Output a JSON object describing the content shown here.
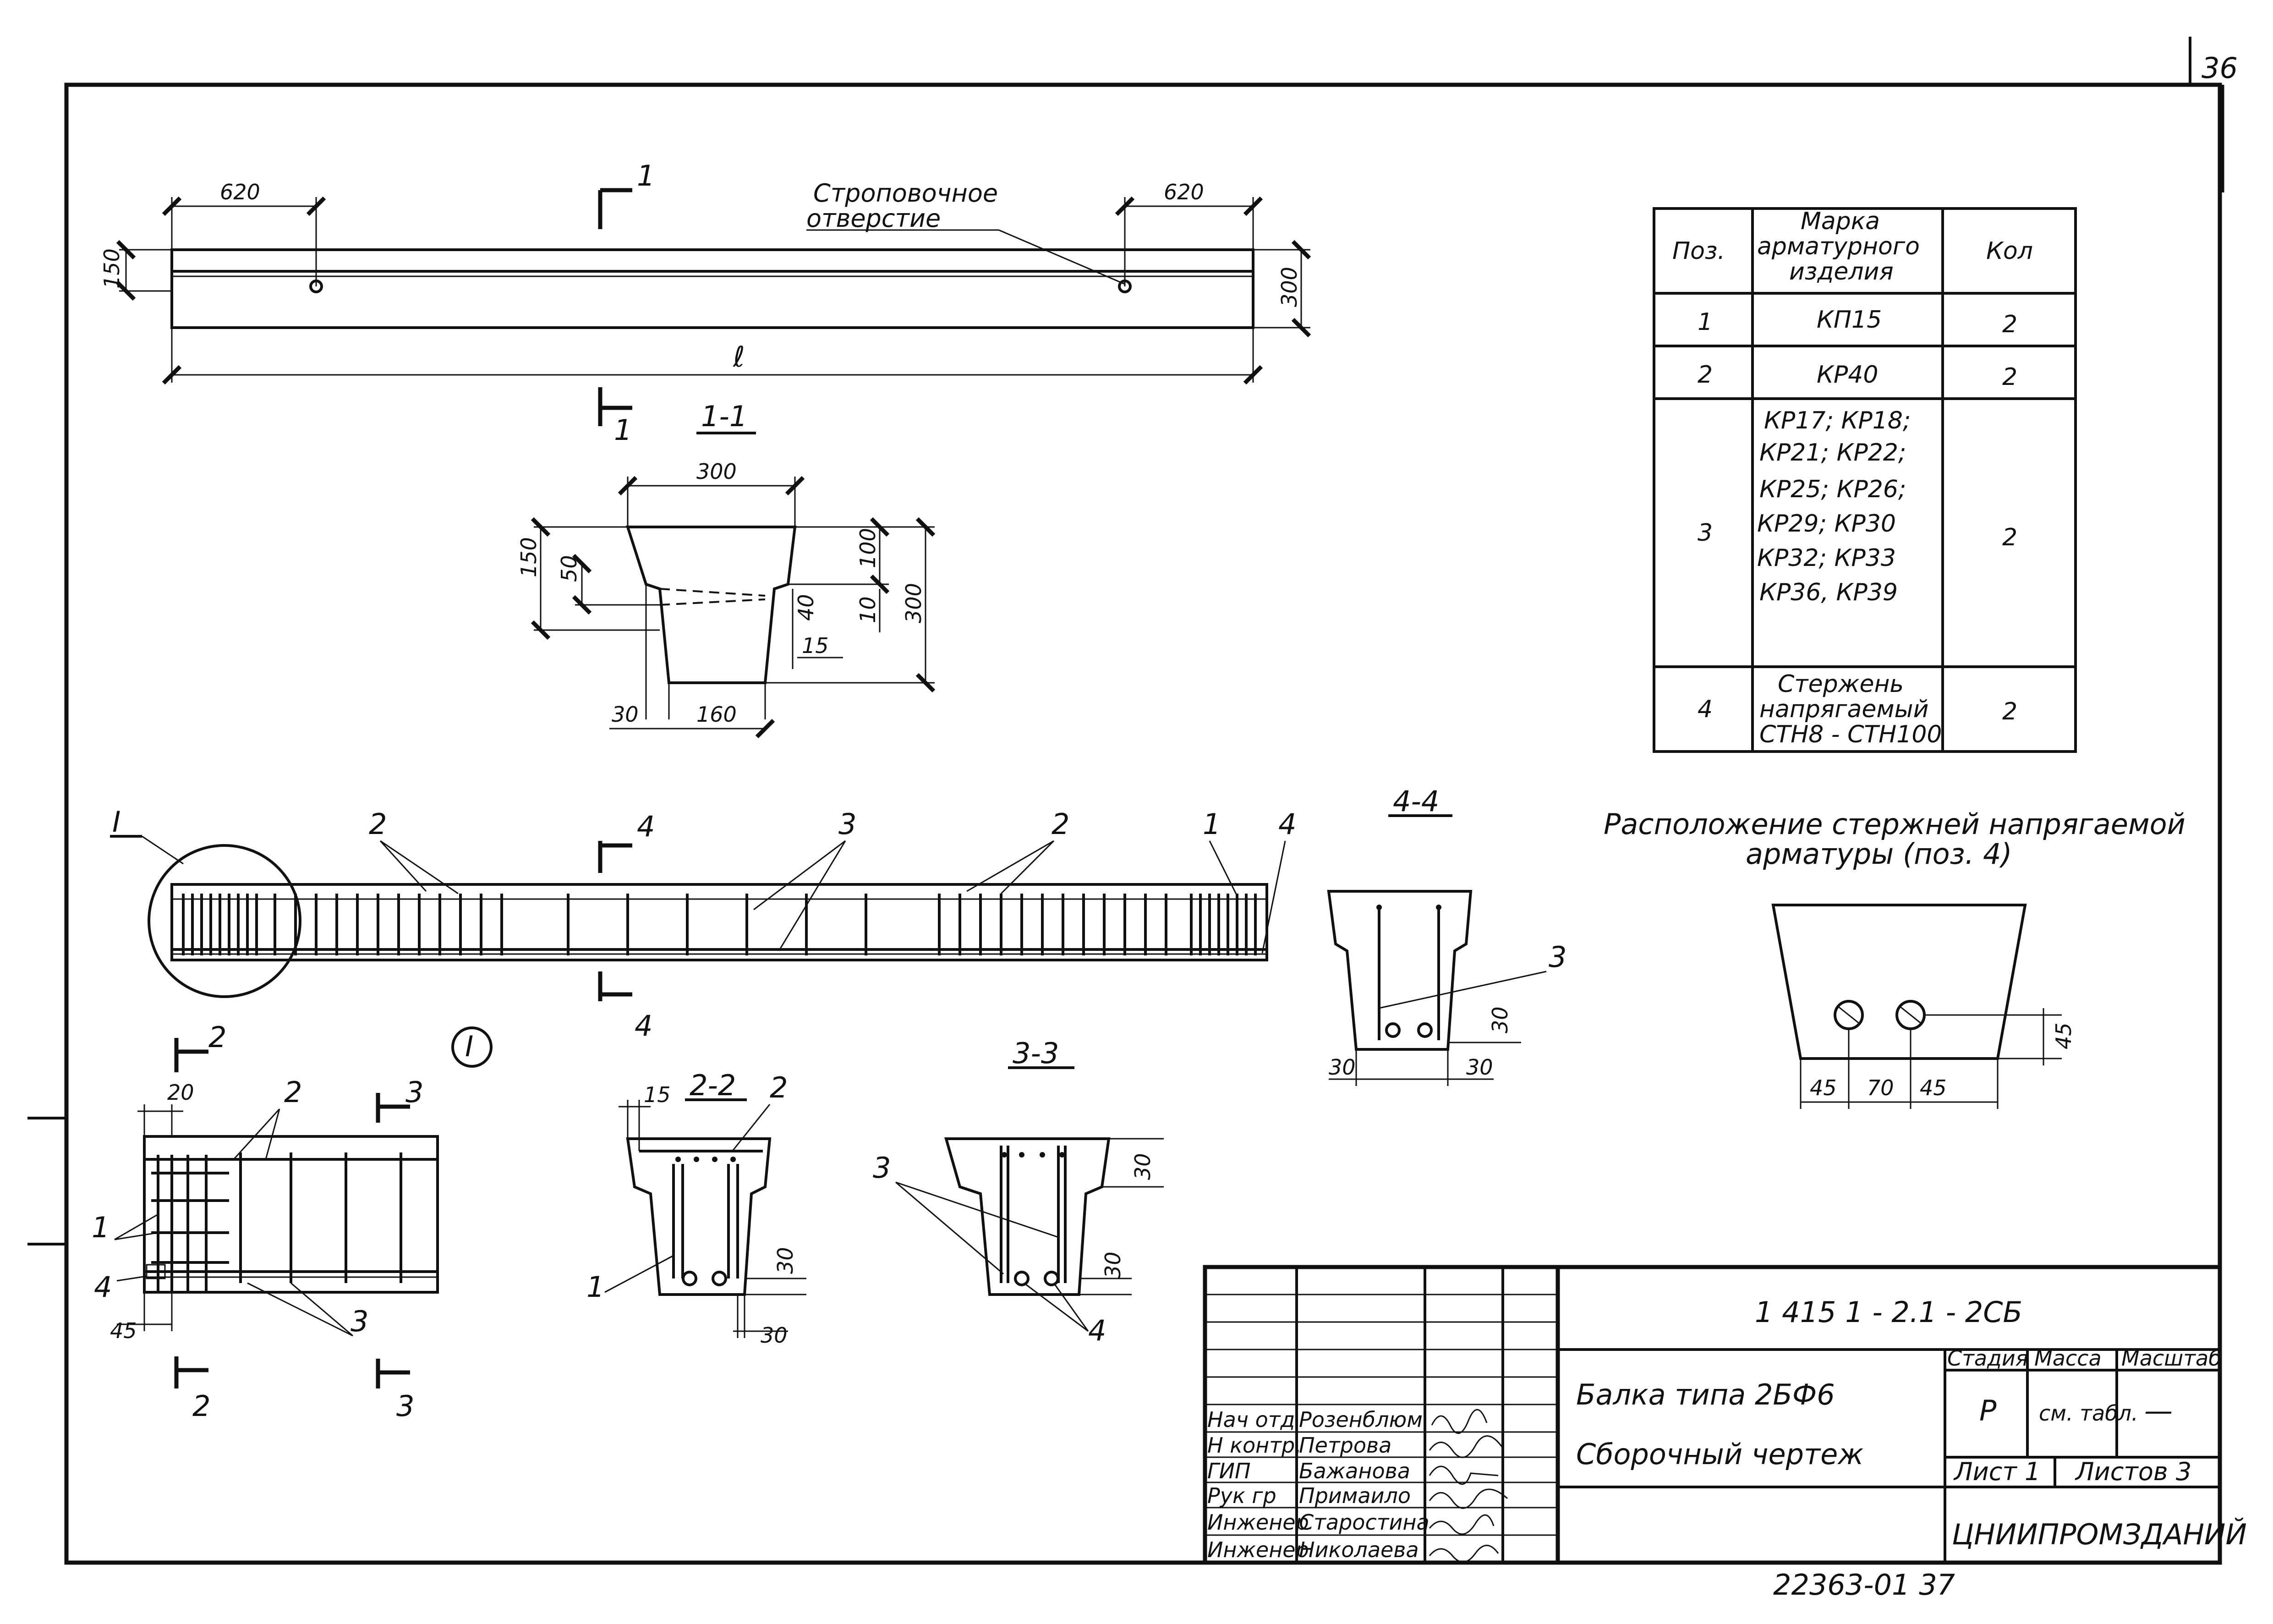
{
  "sheet": {
    "page_number": "36",
    "bottom_code": "22363-01  37"
  },
  "elevation": {
    "dim_left": "620",
    "dim_right": "620",
    "dim_height_left": "150",
    "dim_height_right": "300",
    "dim_length": "ℓ",
    "lifting_hole_label_line1": "Строповочное",
    "lifting_hole_label_line2": "отверстие",
    "section_mark": "1",
    "section_title": "1-1"
  },
  "section_1_1": {
    "dim_top": "300",
    "dim_150": "150",
    "dim_50": "50",
    "dim_100": "100",
    "dim_10": "10",
    "dim_300": "300",
    "dim_40": "40",
    "dim_15": "15",
    "dim_30": "30",
    "dim_160": "160"
  },
  "spec_table": {
    "headers": [
      "Поз.",
      "Марка арматурного изделия",
      "Кол"
    ],
    "header_mark_lines": [
      "Марка",
      "арматурного",
      "изделия"
    ],
    "rows": [
      {
        "pos": "1",
        "mark": [
          "КП15"
        ],
        "qty": "2"
      },
      {
        "pos": "2",
        "mark": [
          "КР40"
        ],
        "qty": "2"
      },
      {
        "pos": "3",
        "mark": [
          "КР17; КР18;",
          "КР21; КР22;",
          "КР25; КР26;",
          "КР29; КР30",
          "КР32; КР33",
          "КР36, КР39"
        ],
        "qty": "2"
      },
      {
        "pos": "4",
        "mark": [
          "Стержень",
          "напрягаемый",
          "СТН8 - СТН100"
        ],
        "qty": "2"
      }
    ]
  },
  "reinforcement_view": {
    "callout_I": "I",
    "label_1": "1",
    "label_2a": "2",
    "label_2b": "2",
    "label_3": "3",
    "label_4": "4",
    "section_mark": "4"
  },
  "section_4_4": {
    "title": "4-4",
    "label_3": "3",
    "dim_30a": "30",
    "dim_30b": "30",
    "dim_30c": "30"
  },
  "tendon_layout": {
    "title_line1": "Расположение стержней напрягаемой",
    "title_line2": "арматуры (поз. 4)",
    "dim_45a": "45",
    "dim_70": "70",
    "dim_45b": "45",
    "dim_45c": "45"
  },
  "detail_I": {
    "callout": "I",
    "dim_20": "20",
    "dim_45": "45",
    "label_1": "1",
    "label_2": "2",
    "label_3": "3",
    "label_4": "4",
    "sec_2": "2",
    "sec_3": "3"
  },
  "section_2_2": {
    "title": "2-2",
    "dim_15": "15",
    "label_2": "2",
    "label_1": "1",
    "dim_30a": "30",
    "dim_30b": "30"
  },
  "section_3_3": {
    "title": "3-3",
    "label_3": "3",
    "label_4": "4",
    "dim_30a": "30",
    "dim_30b": "30"
  },
  "title_block": {
    "designation": "1 415 1 - 2.1 - 2СБ",
    "name_line1": "Балка типа 2БФ6",
    "name_line2": "Сборочный чертеж",
    "stage_header": "Стадия",
    "mass_header": "Масса",
    "scale_header": "Масштаб",
    "stage": "Р",
    "mass": "см. табл.",
    "scale": "—",
    "sheet_label": "Лист 1",
    "sheets_label": "Листов 3",
    "organization": "ЦНИИПРОМЗДАНИЙ",
    "staff": [
      {
        "role": "Нач отд",
        "name": "Розенблюм"
      },
      {
        "role": "Н контр.",
        "name": "Петрова"
      },
      {
        "role": "ГИП",
        "name": "Бажанова"
      },
      {
        "role": "Рук гр",
        "name": "Примаило"
      },
      {
        "role": "Инженер",
        "name": "Старостина"
      },
      {
        "role": "Инженер",
        "name": "Николаева"
      }
    ]
  }
}
